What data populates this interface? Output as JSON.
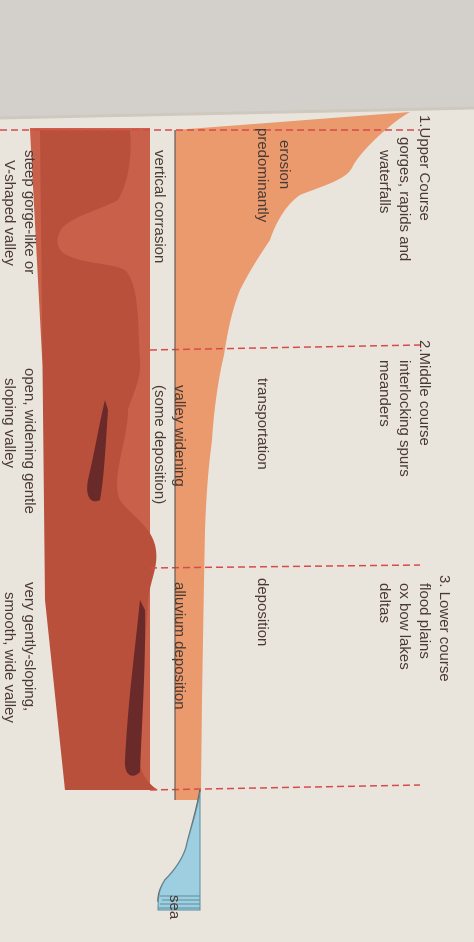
{
  "diagram": {
    "sections": [
      {
        "heading": "1.Upper Course",
        "features": [
          "gorges, rapids and",
          "waterfalls"
        ]
      },
      {
        "heading": "2.Middle course",
        "features": [
          "interlocking spurs",
          "meanders"
        ]
      },
      {
        "heading": "3. Lower course",
        "features": [
          "flood plains",
          "ox bow lakes",
          "deltas"
        ]
      }
    ],
    "process_labels": {
      "upper_1": "erosion",
      "upper_2": "predominantly",
      "middle": "transportation",
      "lower": "deposition"
    },
    "cross_section_labels": {
      "upper": "vertical corrasion",
      "middle_1": "valley widening",
      "middle_2": "(some   deposition)",
      "lower": "alluvium deposition"
    },
    "valley_labels": {
      "upper_1": "steep gorge-like or",
      "upper_2": "V-shaped valley",
      "middle_1": "open, widening gentle",
      "middle_2": "sloping valley",
      "lower_1": "very gently-sloping,",
      "lower_2": "smooth, wide valley"
    },
    "sea_label": "sea",
    "colors": {
      "paper": "#eae5dc",
      "profile": "#ea9a6c",
      "profile_light": "#f0b08a",
      "cross_section": "#c9604a",
      "cross_dark": "#6b2a2a",
      "divider": "#d84a4a",
      "sea": "#9ecfe0"
    }
  }
}
